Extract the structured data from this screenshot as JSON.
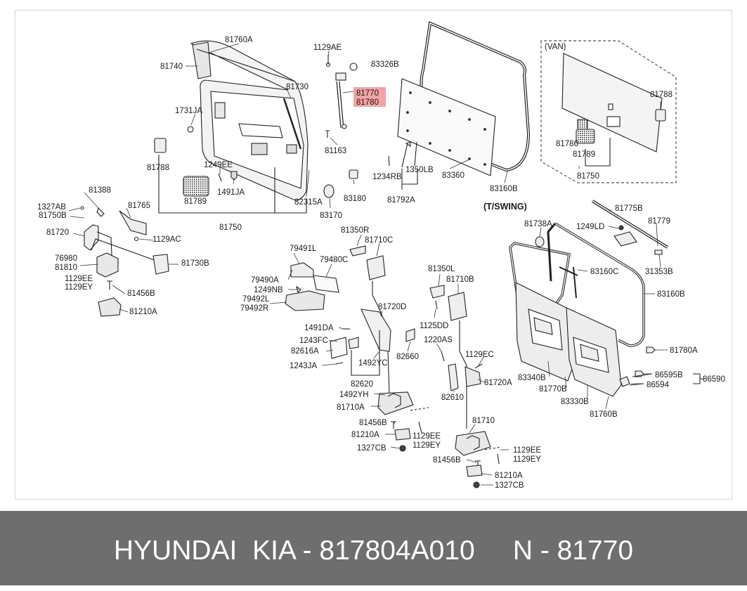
{
  "highlight_color": "#f4a3a3",
  "footer": {
    "text": "HYUNDAI  KIA - 817804A010     N - 81770"
  },
  "section_labels": {
    "van": "(VAN)",
    "tswing": "(T/SWING)"
  },
  "labels": {
    "81760A": "81760A",
    "81740": "81740",
    "81730": "81730",
    "1731JA": "1731JA",
    "81788_a": "81788",
    "1249EE": "1249EE",
    "1491JA": "1491JA",
    "81789_a": "81789",
    "82315A": "82315A",
    "81750_a": "81750",
    "1129AE": "1129AE",
    "83326B": "83326B",
    "81770": "81770",
    "81780": "81780",
    "81163": "81163",
    "83180": "83180",
    "83170": "83170",
    "1234RB": "1234RB",
    "1350LB": "1350LB",
    "81792A": "81792A",
    "83360": "83360",
    "83160B_a": "83160B",
    "81788_b": "81788",
    "81786": "81786",
    "81789_b": "81789",
    "81750_b": "81750",
    "81388": "81388",
    "1327AB": "1327AB",
    "81750B": "81750B",
    "81765": "81765",
    "81720": "81720",
    "1129AC": "1129AC",
    "76980": "76980",
    "81810": "81810",
    "81730B": "81730B",
    "1129EE_a": "1129EE",
    "1129EY_a": "1129EY",
    "81456B_a": "81456B",
    "81210A_a": "81210A",
    "81350R": "81350R",
    "81710C": "81710C",
    "79491L": "79491L",
    "79480C": "79480C",
    "79490A": "79490A",
    "1249NB": "1249NB",
    "79492L": "79492L",
    "79492R": "79492R",
    "81720D": "81720D",
    "81350L": "81350L",
    "81710B": "81710B",
    "1125DD": "1125DD",
    "1491DA": "1491DA",
    "1243FC": "1243FC",
    "82616A": "82616A",
    "1243JA": "1243JA",
    "1492YC": "1492YC",
    "82660": "82660",
    "82620": "82620",
    "1220AS": "1220AS",
    "1129EC": "1129EC",
    "81720A_a": "81720A",
    "82610": "82610",
    "1492YH": "1492YH",
    "81710A": "81710A",
    "81456B_b": "81456B",
    "81210A_b": "81210A",
    "1129EE_b": "1129EE",
    "1129EY_b": "1129EY",
    "1327CB_a": "1327CB",
    "81710": "81710",
    "1129EE_c": "1129EE",
    "1129EY_c": "1129EY",
    "81456B_c": "81456B",
    "81210A_c": "81210A",
    "1327CB_b": "1327CB",
    "81775B": "81775B",
    "81779": "81779",
    "81738A": "81738A",
    "1249LD": "1249LD",
    "83160C": "83160C",
    "31353B": "31353B",
    "83160B_b": "83160B",
    "81780A": "81780A",
    "83340B": "83340B",
    "81770B": "81770B",
    "83330B": "83330B",
    "81760B": "81760B",
    "86595B": "86595B",
    "86594": "86594",
    "86590": "86590"
  }
}
